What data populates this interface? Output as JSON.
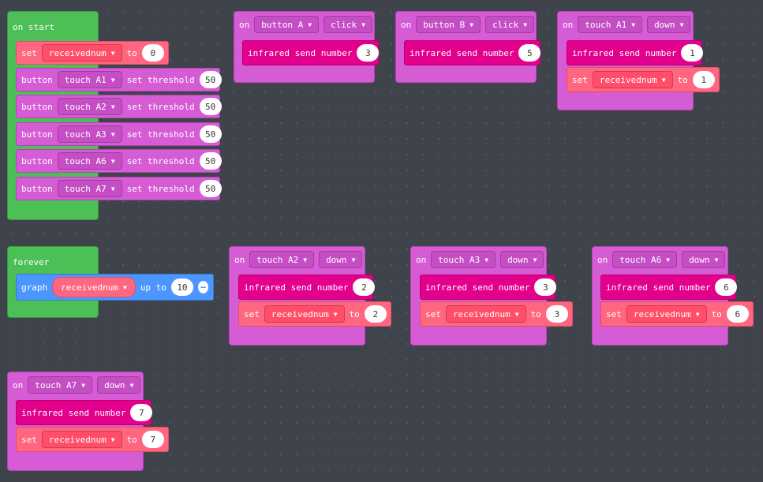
{
  "on_start": {
    "label": "on start",
    "set": {
      "keyword": "set",
      "variable": "receivednum",
      "to": "to",
      "value": "0"
    },
    "thresholds": [
      {
        "kw": "button",
        "pin": "touch A1",
        "action": "set threshold",
        "value": "50"
      },
      {
        "kw": "button",
        "pin": "touch A2",
        "action": "set threshold",
        "value": "50"
      },
      {
        "kw": "button",
        "pin": "touch A3",
        "action": "set threshold",
        "value": "50"
      },
      {
        "kw": "button",
        "pin": "touch A6",
        "action": "set threshold",
        "value": "50"
      },
      {
        "kw": "button",
        "pin": "touch A7",
        "action": "set threshold",
        "value": "50"
      }
    ]
  },
  "forever": {
    "label": "forever",
    "graph": {
      "keyword": "graph",
      "variable": "receivednum",
      "up_to": "up to",
      "value": "10",
      "minus_icon": "minus-circle-icon"
    }
  },
  "events": [
    {
      "on": "on",
      "button": "button A",
      "event": "click",
      "ir": "infrared send number",
      "ir_value": "3"
    },
    {
      "on": "on",
      "button": "button B",
      "event": "click",
      "ir": "infrared send number",
      "ir_value": "5"
    },
    {
      "on": "on",
      "button": "touch A1",
      "event": "down",
      "ir": "infrared send number",
      "ir_value": "1",
      "set": "set",
      "variable": "receivednum",
      "to": "to",
      "set_value": "1"
    },
    {
      "on": "on",
      "button": "touch A2",
      "event": "down",
      "ir": "infrared send number",
      "ir_value": "2",
      "set": "set",
      "variable": "receivednum",
      "to": "to",
      "set_value": "2"
    },
    {
      "on": "on",
      "button": "touch A3",
      "event": "down",
      "ir": "infrared send number",
      "ir_value": "3",
      "set": "set",
      "variable": "receivednum",
      "to": "to",
      "set_value": "3"
    },
    {
      "on": "on",
      "button": "touch A6",
      "event": "down",
      "ir": "infrared send number",
      "ir_value": "6",
      "set": "set",
      "variable": "receivednum",
      "to": "to",
      "set_value": "6"
    },
    {
      "on": "on",
      "button": "touch A7",
      "event": "down",
      "ir": "infrared send number",
      "ir_value": "7",
      "set": "set",
      "variable": "receivednum",
      "to": "to",
      "set_value": "7"
    }
  ],
  "colors": {
    "workspace": "#3f434b",
    "loops_green": "#4cbf56",
    "input_purple": "#d65cd6",
    "infrared_magenta": "#e3008c",
    "variables_pink": "#ff6680",
    "led_blue": "#4c97ff"
  }
}
